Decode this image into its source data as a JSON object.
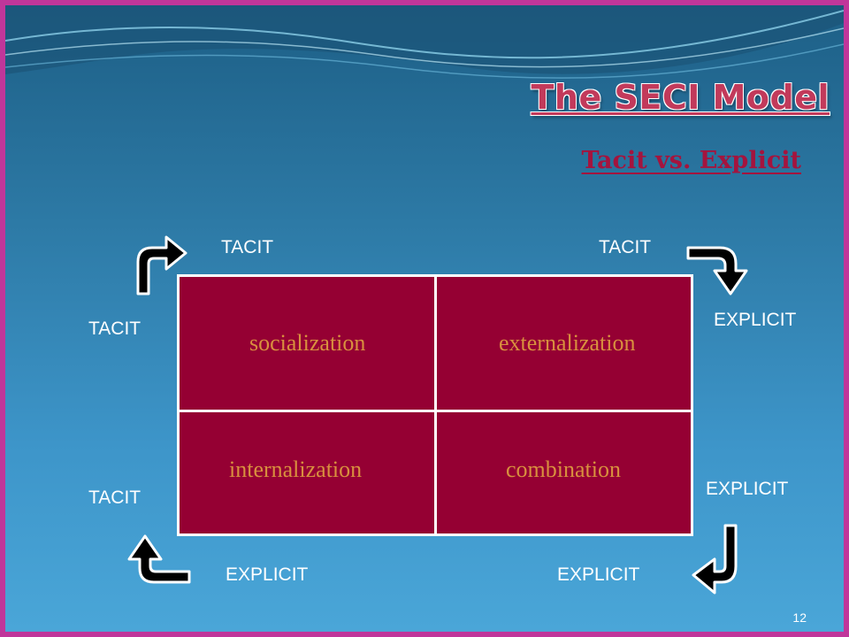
{
  "title": "The SECI Model",
  "subtitle": "Tacit vs. Explicit",
  "labels": {
    "top_left": "TACIT",
    "top_right": "TACIT",
    "left_upper": "TACIT",
    "right_upper": "EXPLICIT",
    "left_lower": "TACIT",
    "right_lower": "EXPLICIT",
    "bottom_left": "EXPLICIT",
    "bottom_right": "EXPLICIT"
  },
  "quadrants": {
    "top_left": "socialization",
    "top_right": "externalization",
    "bottom_left": "internalization",
    "bottom_right": "combination"
  },
  "page_number": "12",
  "colors": {
    "title": "#c23a5b",
    "subtitle": "#a4143e",
    "matrix_fill": "#950033",
    "quadrant_text": "#d8903e",
    "frame": "#c0369a"
  },
  "arrows": [
    "curved-arrow-up-icon",
    "curved-arrow-down-right-icon",
    "curved-arrow-down-left-icon",
    "curved-arrow-left-up-icon"
  ]
}
